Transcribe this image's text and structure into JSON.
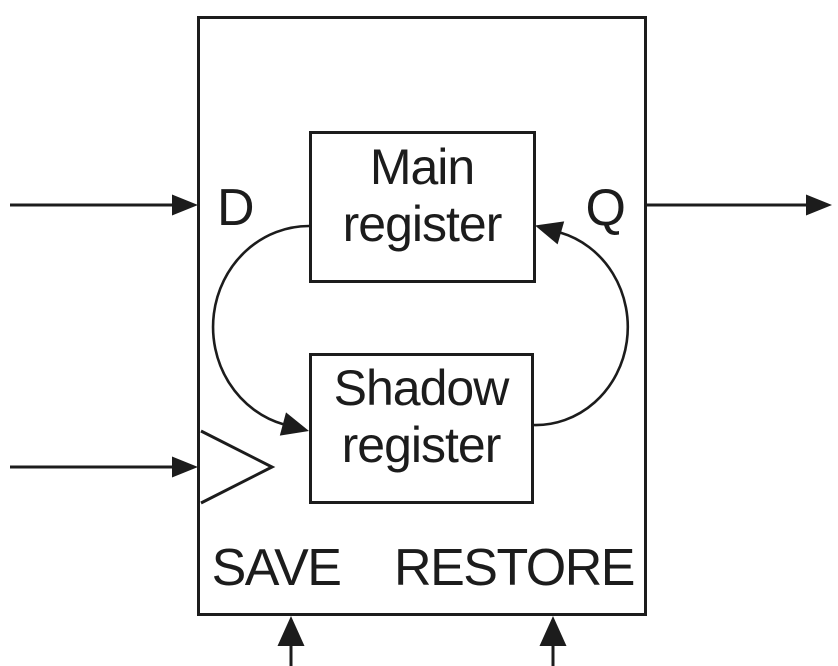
{
  "diagram": {
    "boxes": {
      "main_register": {
        "line1": "Main",
        "line2": "register"
      },
      "shadow_register": {
        "line1": "Shadow",
        "line2": "register"
      }
    },
    "ports": {
      "data_input": "D",
      "data_output": "Q"
    },
    "controls": {
      "save": "SAVE",
      "restore": "RESTORE"
    }
  },
  "colors": {
    "ink": "#1c1c1c",
    "background": "#ffffff"
  }
}
